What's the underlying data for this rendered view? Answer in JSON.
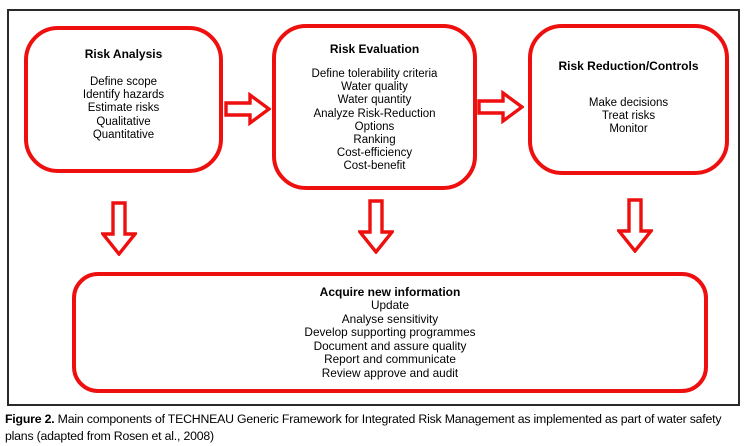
{
  "diagram": {
    "colors": {
      "accent_red": "#ee0f0f",
      "frame_black": "#2a2a2a",
      "text": "#000000",
      "background": "#ffffff"
    },
    "boxes": [
      {
        "title": "Risk Analysis",
        "items": [
          "Define scope",
          "Identify hazards",
          "Estimate risks",
          "Qualitative",
          "Quantitative"
        ]
      },
      {
        "title": "Risk Evaluation",
        "items": [
          "Define tolerability criteria",
          "Water quality",
          "Water quantity",
          "Analyze Risk-Reduction",
          "Options",
          "Ranking",
          "Cost-efficiency",
          "Cost-benefit"
        ]
      },
      {
        "title": "Risk Reduction/Controls",
        "items": [
          "Make decisions",
          "Treat risks",
          "Monitor"
        ]
      },
      {
        "title": "Acquire new information",
        "items": [
          "Update",
          "Analyse sensitivity",
          "Develop supporting programmes",
          "Document and assure quality",
          "Report and communicate",
          "Review approve and audit"
        ]
      }
    ]
  },
  "caption": {
    "label": "Figure 2.",
    "text": " Main components of TECHNEAU Generic Framework for Integrated Risk Management as implemented as part of water safety plans (adapted from Rosen et al., 2008)"
  }
}
